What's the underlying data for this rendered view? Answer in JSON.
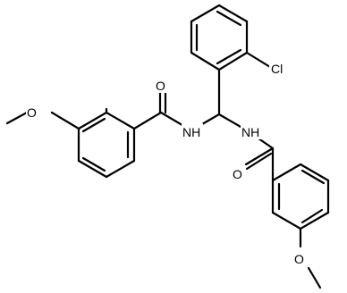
{
  "structure": {
    "colors": {
      "bond": "#000000",
      "label": "#000000",
      "background": "#ffffff"
    },
    "atoms": {
      "cl": "Cl",
      "o_top_amide": "O",
      "nh_left": "NH",
      "nh_right": "NH",
      "o_bottom_amide": "O",
      "o_left_methoxy": "O",
      "o_bottom_methoxy": "O"
    }
  }
}
